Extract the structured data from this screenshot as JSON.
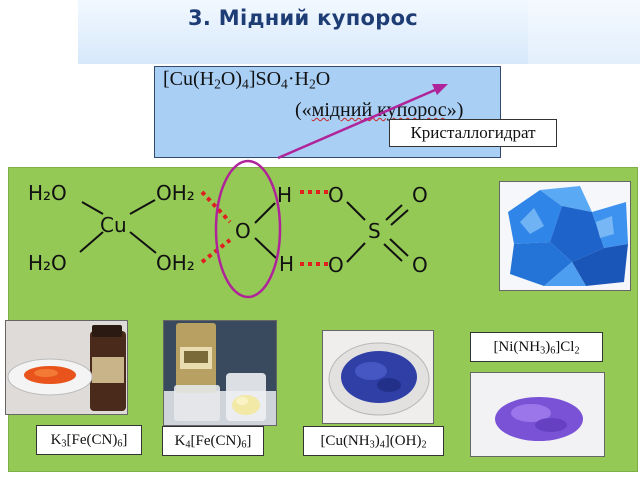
{
  "slide": {
    "title": "3. Мідний купорос"
  },
  "formula": {
    "main_parts": [
      "[Cu(H",
      "2",
      "O)",
      "4",
      "]SO",
      "4",
      "·H",
      "2",
      "O"
    ],
    "trivial_open": "(«",
    "trivial_word": "мідний купорос",
    "trivial_close": "»)",
    "crystallohydrate_label": "Кристаллогидрат"
  },
  "structure": {
    "ligand_top_left": "H₂O",
    "ligand_bottom_left": "H₂O",
    "ligand_top_right": "OH₂",
    "ligand_bottom_right": "OH₂",
    "central_atom": "Cu",
    "water_oxygen": "O",
    "water_h_top": "H",
    "water_h_bottom": "H",
    "sulfur": "S",
    "sulfate_o_tl": "O",
    "sulfate_o_tr": "O",
    "sulfate_o_bl": "O",
    "sulfate_o_br": "O"
  },
  "compounds": {
    "k3": [
      "K",
      "3",
      "[Fe(CN)",
      "6",
      "]"
    ],
    "k4": [
      "K",
      "4",
      "[Fe(CN)",
      "6",
      "]"
    ],
    "cu_ammine": [
      "[Cu(NH",
      "3",
      ")",
      "4",
      "](OH)",
      "2"
    ],
    "ni_ammine": [
      "[Ni(NH",
      "3",
      ")",
      "6",
      "]Cl",
      "2"
    ]
  },
  "colors": {
    "title": "#1f3d75",
    "formula_box": "#a9cff5",
    "green_panel": "#94c955",
    "hydrogen_bond": "#e02020",
    "highlight_ellipse": "#b0249a",
    "arrow": "#b0249a",
    "copper_sulfate_crystal": "#2a7de0",
    "ferricyanide_powder": "#e8541c",
    "ferrocyanide_powder": "#f3e9a6",
    "cu_ammine_powder": "#2f3fa6",
    "ni_ammine_powder": "#7a52d6"
  },
  "icons": {
    "photo_copper_sulfate": "blue-crystals-photo",
    "photo_ferricyanide": "orange-powder-dish-photo",
    "photo_ferrocyanide": "reagent-jar-photo",
    "photo_cu_ammine": "blue-powder-dish-photo",
    "photo_ni_ammine": "violet-powder-photo"
  }
}
